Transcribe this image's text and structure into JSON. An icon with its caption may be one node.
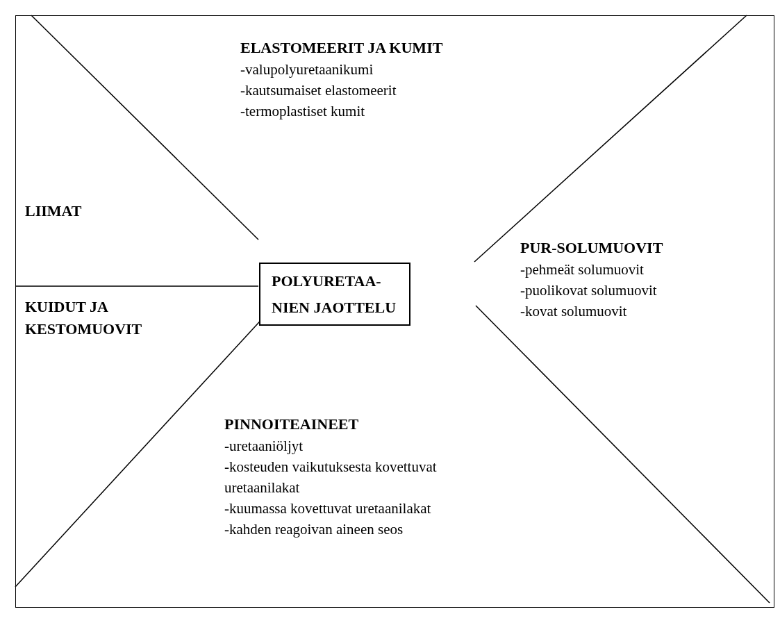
{
  "diagram": {
    "nodes": [
      {
        "text": [],
        "shape": "box"
      },
      {
        "text": [
          "ELASTOMEERIT JA KUMIT",
          "-valupolyuretaanikumi",
          "-kautsumaiset elastomeerit",
          "-termoplastiset kumit"
        ],
        "in": 0
      },
      {
        "text": [
          "LIIMAT"
        ],
        "in": 0
      },
      {
        "text": [
          "POLYURETAA- NIEN JAOTTELU"
        ],
        "in": 0
      },
      {
        "text": [
          "PUR-SOLUMUOVIT",
          "-pehmeät solumuovit",
          "-puolikovat solumuovit",
          "-kovat solumuovit"
        ],
        "in": 0
      },
      {
        "text": [
          "KUIDUT JA KESTOMUOVIT"
        ],
        "in": 0
      },
      {
        "text": [
          "PINNOITEAINEET",
          "-uretaaniöljyt",
          "-kosteuden vaikutuksesta kovettuvat uretaanilakat",
          "-kuumassa kovettuvat uretaanilakat",
          "-kahden reagoivan aineen seos"
        ],
        "in": 0
      }
    ]
  }
}
